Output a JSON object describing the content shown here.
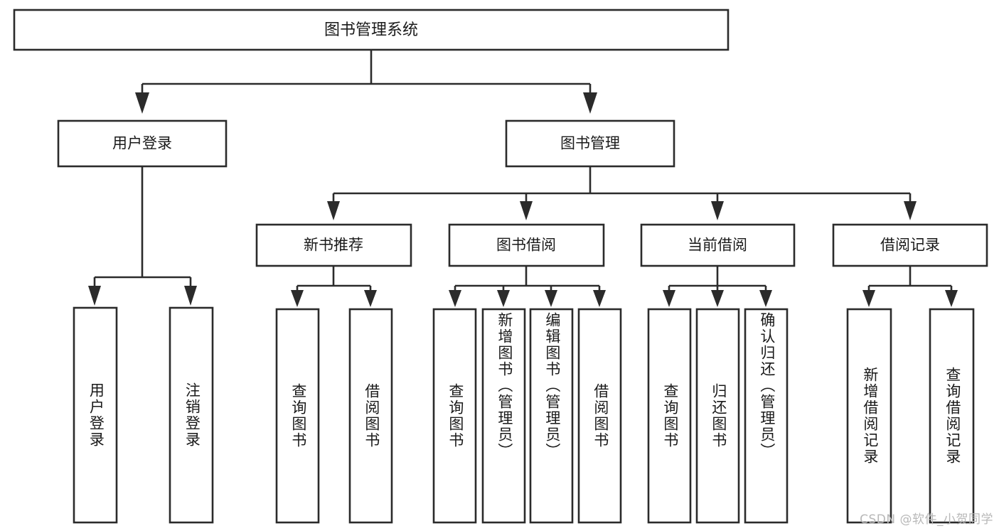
{
  "diagram": {
    "type": "hierarchy-tree",
    "title_node": {
      "label": "图书管理系统"
    },
    "level2": [
      {
        "id": "user-login",
        "label": "用户登录"
      },
      {
        "id": "book-manage",
        "label": "图书管理"
      }
    ],
    "level3": [
      {
        "id": "new-book-recommend",
        "label": "新书推荐",
        "parent": "book-manage"
      },
      {
        "id": "book-borrow",
        "label": "图书借阅",
        "parent": "book-manage"
      },
      {
        "id": "current-borrow",
        "label": "当前借阅",
        "parent": "book-manage"
      },
      {
        "id": "borrow-record",
        "label": "借阅记录",
        "parent": "book-manage"
      }
    ],
    "leaves": {
      "user-login": [
        {
          "id": "leaf-user-login",
          "label": "用户登录"
        },
        {
          "id": "leaf-user-logout",
          "label": "注销登录"
        }
      ],
      "new-book-recommend": [
        {
          "id": "leaf-query-book-1",
          "label": "查询图书"
        },
        {
          "id": "leaf-borrow-book-1",
          "label": "借阅图书"
        }
      ],
      "book-borrow": [
        {
          "id": "leaf-query-book-2",
          "label": "查询图书"
        },
        {
          "id": "leaf-add-book",
          "label": "新增图书（管理员）"
        },
        {
          "id": "leaf-edit-book",
          "label": "编辑图书（管理员）"
        },
        {
          "id": "leaf-borrow-book-2",
          "label": "借阅图书"
        }
      ],
      "current-borrow": [
        {
          "id": "leaf-query-book-3",
          "label": "查询图书"
        },
        {
          "id": "leaf-return-book",
          "label": "归还图书"
        },
        {
          "id": "leaf-confirm-return",
          "label": "确认归还（管理员）"
        }
      ],
      "borrow-record": [
        {
          "id": "leaf-add-record",
          "label": "新增借阅记录"
        },
        {
          "id": "leaf-query-record",
          "label": "查询借阅记录"
        }
      ]
    },
    "colors": {
      "stroke": "#2b2b2b",
      "fill": "#ffffff",
      "text": "#1a1a1a",
      "watermark": "#b8b8b8"
    }
  },
  "watermark": {
    "text": "CSDN @软件_小贺同学"
  }
}
